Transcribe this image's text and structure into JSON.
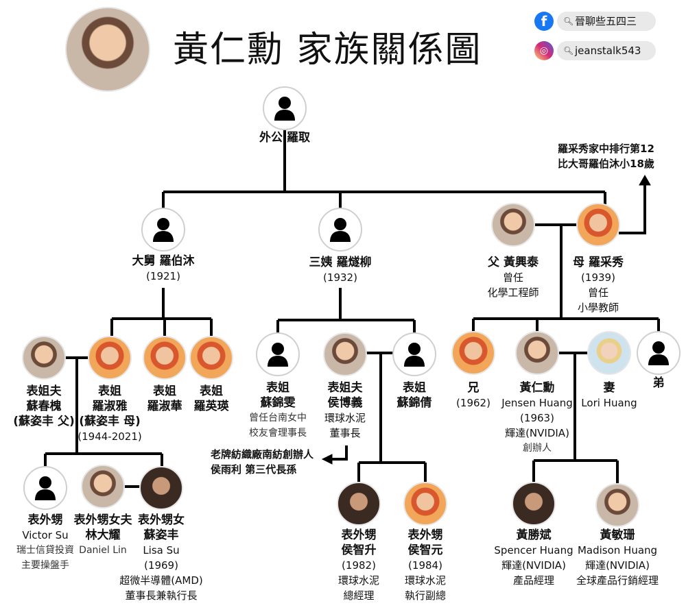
{
  "title": "黃仁勳 家族關係圖",
  "social": {
    "facebook": {
      "icon": "facebook-icon",
      "text": "晉聊些五四三",
      "color": "#1877f2"
    },
    "instagram": {
      "icon": "instagram-icon",
      "text": "jeanstalk543",
      "color": "#d62976"
    }
  },
  "note": {
    "line1": "羅采秀家中排行第12",
    "line2": "比大哥羅伯沐小18歲"
  },
  "arrow_note": {
    "line1": "老牌紡織廠南紡創辦人",
    "line2": "侯雨利 第三代長孫"
  },
  "people": {
    "grandfather": {
      "name": "外公 羅取"
    },
    "uncle": {
      "name": "大舅 羅伯沐",
      "year": "(1921)"
    },
    "aunt": {
      "name": "三姨 羅燧柳",
      "year": "(1932)"
    },
    "father": {
      "name": "父 黃興泰",
      "l1": "曾任",
      "l2": "化學工程師"
    },
    "mother": {
      "name": "母 羅采秀",
      "year": "(1939)",
      "l1": "曾任",
      "l2": "小學教師"
    },
    "su_chunhuai": {
      "rel": "表姐夫",
      "name": "蘇春槐",
      "note": "(蘇姿丰 父)"
    },
    "luo_shuya": {
      "rel": "表姐",
      "name": "羅淑雅",
      "note": "(蘇姿丰 母)",
      "year": "(1944-2021)"
    },
    "luo_shuhua": {
      "rel": "表姐",
      "name": "羅淑華"
    },
    "luo_yingying": {
      "rel": "表姐",
      "name": "羅英瑛"
    },
    "su_jinwen": {
      "rel": "表姐",
      "name": "蘇錦雯",
      "l1": "曾任台南女中",
      "l2": "校友會理事長"
    },
    "hou_boyi": {
      "rel": "表姐夫",
      "name": "侯博義",
      "l1": "環球水泥",
      "l2": "董事長"
    },
    "su_jinqian": {
      "rel": "表姐",
      "name": "蘇錦倩"
    },
    "brother_older": {
      "rel": "兄",
      "year": "(1962)"
    },
    "jensen": {
      "name": "黃仁勳",
      "en": "Jensen Huang",
      "year": "(1963)",
      "l1": "輝達(NVIDIA)",
      "l2": "創辦人"
    },
    "lori": {
      "rel": "妻",
      "en": "Lori Huang"
    },
    "brother_younger": {
      "rel": "弟"
    },
    "victor": {
      "rel": "表外甥",
      "en": "Victor Su",
      "l1": "瑞士信貸投資",
      "l2": "主要操盤手"
    },
    "daniel": {
      "rel": "表外甥女夫",
      "name": "林大耀",
      "en": "Daniel Lin"
    },
    "lisa": {
      "rel": "表外甥女",
      "name": "蘇姿丰",
      "en": "Lisa Su",
      "year": "(1969)",
      "l1": "超微半導體(AMD)",
      "l2": "董事長兼執行長"
    },
    "hou_zhisheng": {
      "rel": "表外甥",
      "name": "侯智升",
      "year": "(1982)",
      "l1": "環球水泥",
      "l2": "總經理"
    },
    "hou_zhiyuan": {
      "rel": "表外甥",
      "name": "侯智元",
      "year": "(1984)",
      "l1": "環球水泥",
      "l2": "執行副總"
    },
    "spencer": {
      "name": "黃勝斌",
      "en": "Spencer Huang",
      "l1": "輝達(NVIDIA)",
      "l2": "產品經理"
    },
    "madison": {
      "name": "黃敏珊",
      "en": "Madison Huang",
      "l1": "輝達(NVIDIA)",
      "l2": "全球產品行銷經理"
    }
  }
}
